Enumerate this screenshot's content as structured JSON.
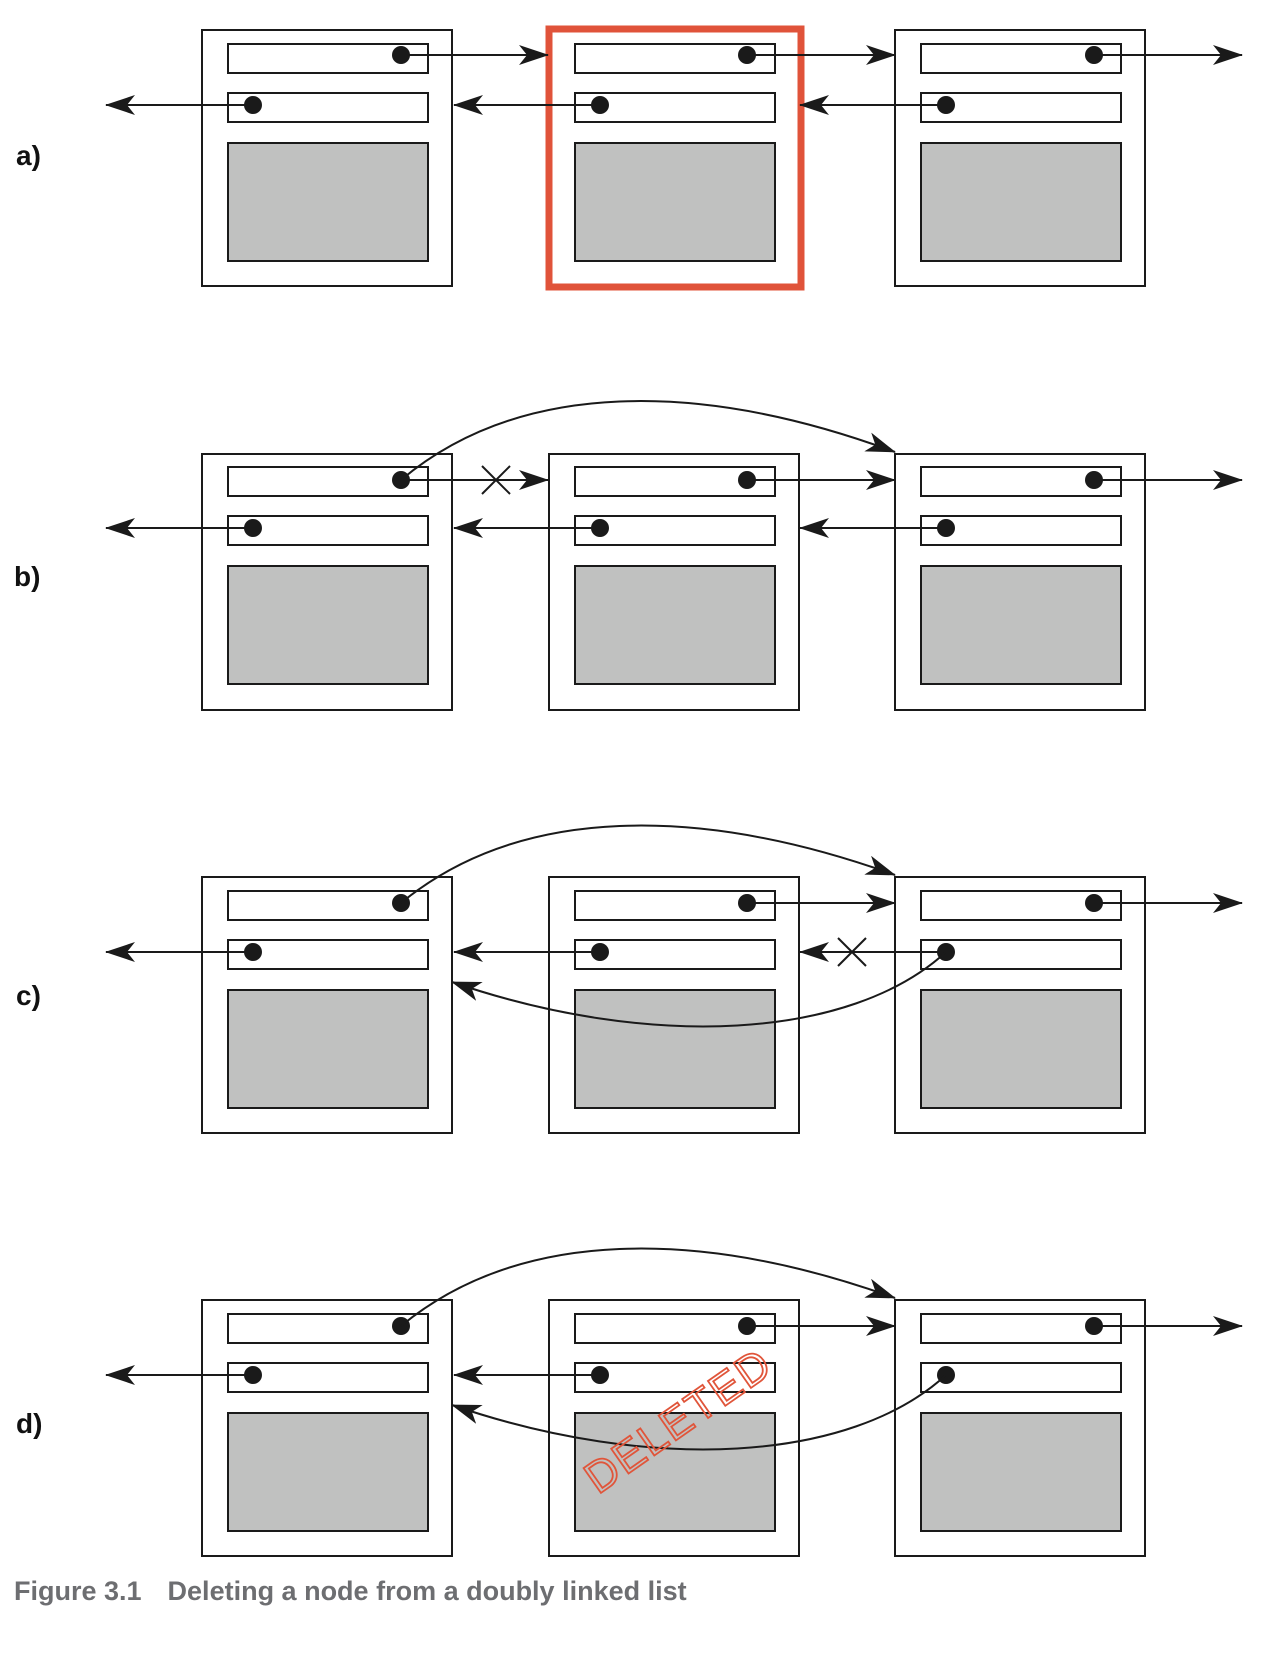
{
  "panels": [
    {
      "label": "a)"
    },
    {
      "label": "b)"
    },
    {
      "label": "c)"
    },
    {
      "label": "d)"
    }
  ],
  "stamp_text": "DELETED",
  "caption": {
    "number": "Figure 3.1",
    "text": "Deleting a node from a doubly linked list"
  },
  "colors": {
    "line": "#1a1a1a",
    "data_fill": "#c0c1c0",
    "highlight": "#e0533a",
    "caption": "#6d6e71"
  }
}
